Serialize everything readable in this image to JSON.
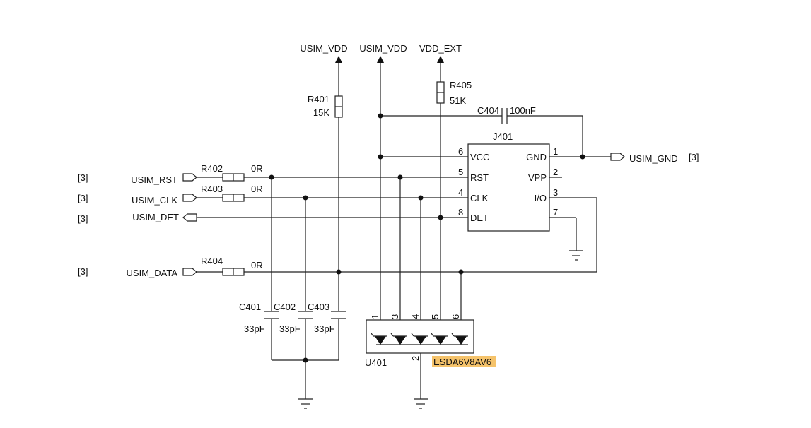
{
  "power_labels": {
    "usim_vdd_left": "USIM_VDD",
    "usim_vdd_right": "USIM_VDD",
    "vdd_ext": "VDD_EXT"
  },
  "resistors": {
    "r401": {
      "ref": "R401",
      "value": "15K"
    },
    "r402": {
      "ref": "R402",
      "value": "0R"
    },
    "r403": {
      "ref": "R403",
      "value": "0R"
    },
    "r404": {
      "ref": "R404",
      "value": "0R"
    },
    "r405": {
      "ref": "R405",
      "value": "51K"
    }
  },
  "capacitors": {
    "c401": {
      "ref": "C401",
      "value": "33pF"
    },
    "c402": {
      "ref": "C402",
      "value": "33pF"
    },
    "c403": {
      "ref": "C403",
      "value": "33pF"
    },
    "c404": {
      "ref": "C404",
      "value": "100nF"
    }
  },
  "connector": {
    "ref": "J401",
    "pins": [
      {
        "num": "6",
        "name": "VCC"
      },
      {
        "num": "5",
        "name": "RST"
      },
      {
        "num": "4",
        "name": "CLK"
      },
      {
        "num": "8",
        "name": "DET"
      },
      {
        "num": "1",
        "name": "GND"
      },
      {
        "num": "2",
        "name": "VPP"
      },
      {
        "num": "3",
        "name": "I/O"
      },
      {
        "num": "7",
        "name": ""
      }
    ]
  },
  "esd": {
    "ref": "U401",
    "part": "ESDA6V8AV6",
    "highlight_color": "#f5c36b",
    "pins": [
      "1",
      "3",
      "4",
      "5",
      "6",
      "2"
    ]
  },
  "ports": {
    "rst": {
      "name": "USIM_RST",
      "sheet": "[3]"
    },
    "clk": {
      "name": "USIM_CLK",
      "sheet": "[3]"
    },
    "det": {
      "name": "USIM_DET",
      "sheet": "[3]"
    },
    "data": {
      "name": "USIM_DATA",
      "sheet": "[3]"
    },
    "gnd": {
      "name": "USIM_GND",
      "sheet": "[3]"
    }
  }
}
